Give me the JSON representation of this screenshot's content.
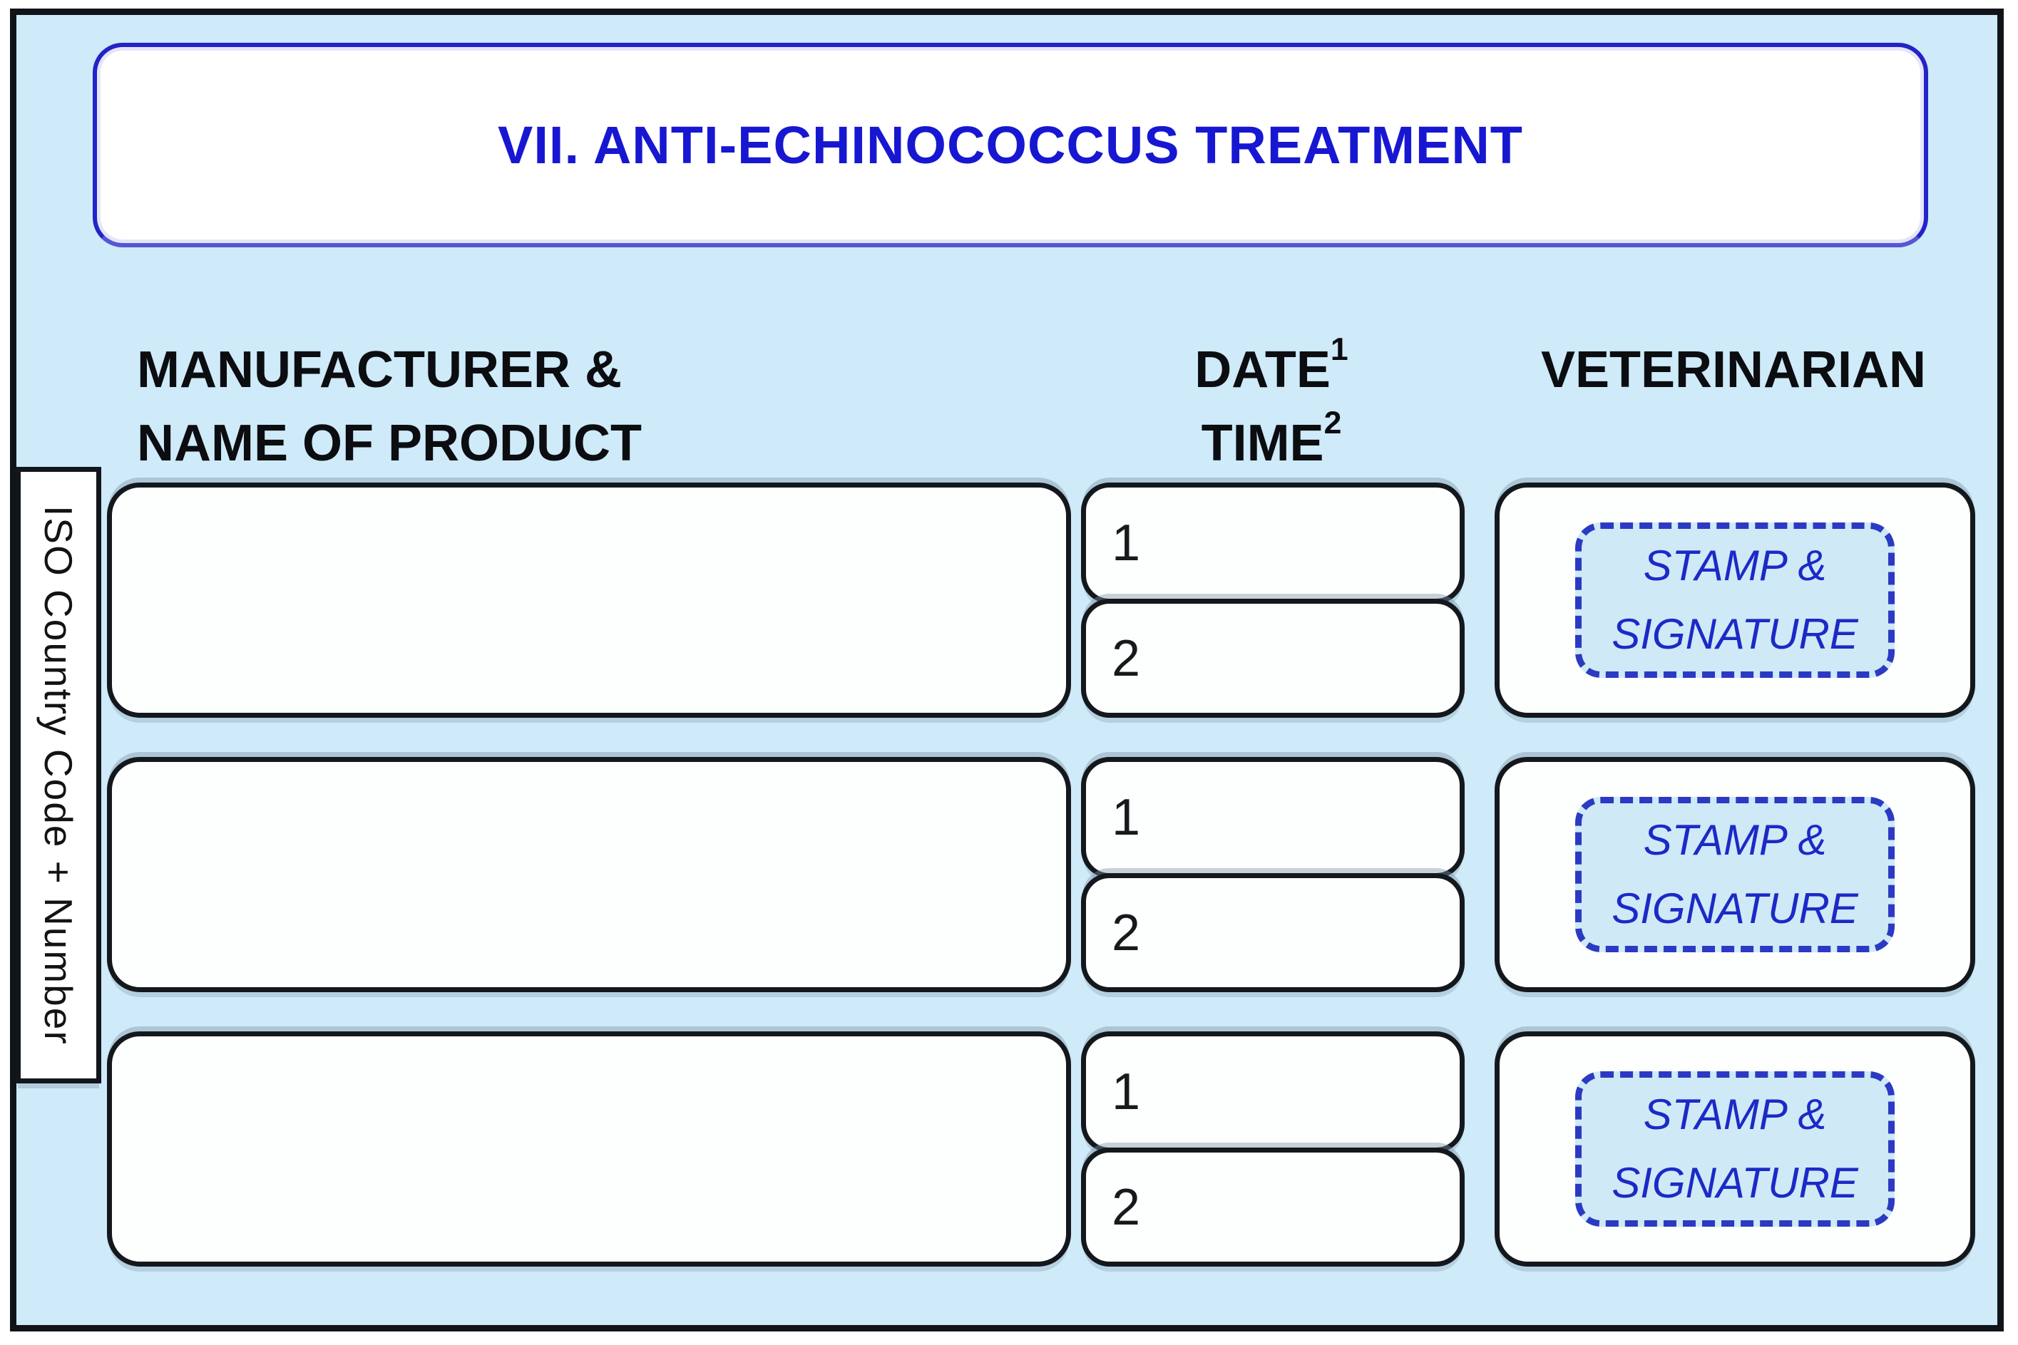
{
  "document": {
    "title": "VII. ANTI-ECHINOCOCCUS TREATMENT",
    "side_label": "ISO Country Code + Number",
    "headers": {
      "manufacturer_line1": "MANUFACTURER &",
      "manufacturer_line2": "NAME OF PRODUCT",
      "date_word": "DATE",
      "date_sup": "1",
      "time_word": "TIME",
      "time_sup": "2",
      "veterinarian": "VETERINARIAN"
    },
    "rows": [
      {
        "date_no": "1",
        "time_no": "2",
        "stamp_line1": "STAMP &",
        "stamp_line2": "SIGNATURE"
      },
      {
        "date_no": "1",
        "time_no": "2",
        "stamp_line1": "STAMP &",
        "stamp_line2": "SIGNATURE"
      },
      {
        "date_no": "1",
        "time_no": "2",
        "stamp_line1": "STAMP &",
        "stamp_line2": "SIGNATURE"
      }
    ],
    "colors": {
      "page_background": "#cfeaf8",
      "accent_blue": "#1717d2",
      "stamp_blue": "#1b2ac6",
      "border_black": "#101418"
    }
  }
}
